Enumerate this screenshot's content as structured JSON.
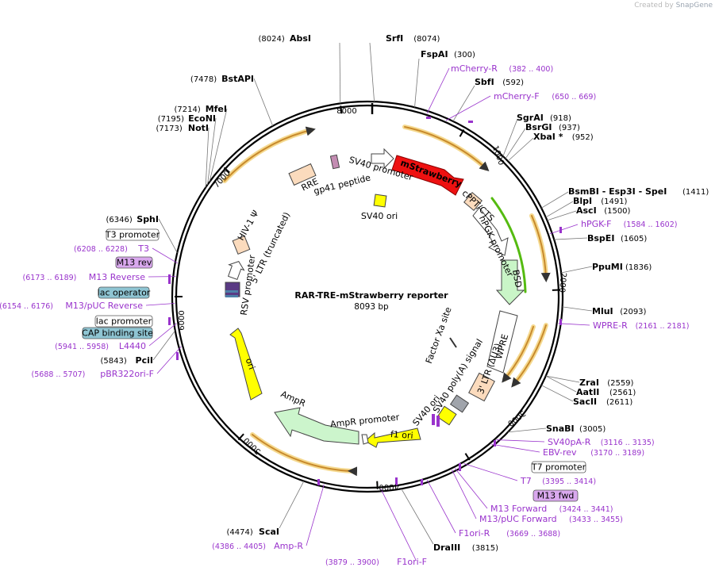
{
  "watermark": {
    "prefix": "Created by",
    "brand": "SnapGene"
  },
  "plasmid": {
    "name": "RAR-TRE-mStrawberry reporter",
    "size": "8093 bp"
  },
  "ticks": [
    "1000",
    "2000",
    "3000",
    "4000",
    "5000",
    "6000",
    "7000",
    "8000"
  ],
  "sites": [
    {
      "name": "AbsI",
      "pos": "(8024)"
    },
    {
      "name": "SrfI",
      "pos": "(8074)"
    },
    {
      "name": "FspAI",
      "pos": "(300)"
    },
    {
      "name": "SbfI",
      "pos": "(592)"
    },
    {
      "name": "SgrAI",
      "pos": "(918)"
    },
    {
      "name": "BsrGI",
      "pos": "(937)"
    },
    {
      "name": "XbaI *",
      "pos": "(952)"
    },
    {
      "name": "BsmBI - Esp3I - SpeI",
      "pos": "(1411)"
    },
    {
      "name": "BlpI",
      "pos": "(1491)"
    },
    {
      "name": "AscI",
      "pos": "(1500)"
    },
    {
      "name": "BspEI",
      "pos": "(1605)"
    },
    {
      "name": "PpuMI",
      "pos": "(1836)"
    },
    {
      "name": "MluI",
      "pos": "(2093)"
    },
    {
      "name": "ZraI",
      "pos": "(2559)"
    },
    {
      "name": "AatII",
      "pos": "(2561)"
    },
    {
      "name": "SacII",
      "pos": "(2611)"
    },
    {
      "name": "SnaBI",
      "pos": "(3005)"
    },
    {
      "name": "DraIII",
      "pos": "(3815)"
    },
    {
      "name": "ScaI",
      "pos": "(4474)"
    },
    {
      "name": "PciI",
      "pos": "(5843)"
    },
    {
      "name": "SphI",
      "pos": "(6346)"
    },
    {
      "name": "NotI",
      "pos": "(7173)"
    },
    {
      "name": "EcoNI",
      "pos": "(7195)"
    },
    {
      "name": "MfeI",
      "pos": "(7214)"
    },
    {
      "name": "BstAPI",
      "pos": "(7478)"
    }
  ],
  "primers": [
    {
      "name": "mCherry-R",
      "pos": "(382 .. 400)"
    },
    {
      "name": "mCherry-F",
      "pos": "(650 .. 669)"
    },
    {
      "name": "hPGK-F",
      "pos": "(1584 .. 1602)"
    },
    {
      "name": "WPRE-R",
      "pos": "(2161 .. 2181)"
    },
    {
      "name": "SV40pA-R",
      "pos": "(3116 .. 3135)"
    },
    {
      "name": "EBV-rev",
      "pos": "(3170 .. 3189)"
    },
    {
      "name": "T7",
      "pos": "(3395 .. 3414)"
    },
    {
      "name": "M13 Forward",
      "pos": "(3424 .. 3441)"
    },
    {
      "name": "M13/pUC Forward",
      "pos": "(3433 .. 3455)"
    },
    {
      "name": "F1ori-R",
      "pos": "(3669 .. 3688)"
    },
    {
      "name": "F1ori-F",
      "pos": "(3879 .. 3900)"
    },
    {
      "name": "Amp-R",
      "pos": "(4386 .. 4405)"
    },
    {
      "name": "pBR322ori-F",
      "pos": "(5688 .. 5707)"
    },
    {
      "name": "L4440",
      "pos": "(5941 .. 5958)"
    },
    {
      "name": "M13/pUC Reverse",
      "pos": "(6154 .. 6176)"
    },
    {
      "name": "M13 Reverse",
      "pos": "(6173 .. 6189)"
    },
    {
      "name": "T3",
      "pos": "(6208 .. 6228)"
    }
  ],
  "boxed_labels": [
    {
      "text": "T7 promoter",
      "fill": "#ffffff"
    },
    {
      "text": "M13 fwd",
      "fill": "#d9a8ee"
    },
    {
      "text": "T3 promoter",
      "fill": "#ffffff"
    },
    {
      "text": "M13 rev",
      "fill": "#d9a8ee"
    },
    {
      "text": "lac operator",
      "fill": "#8fc5d3"
    },
    {
      "text": "lac promoter",
      "fill": "#ffffff"
    },
    {
      "text": "CAP binding site",
      "fill": "#8fc5d3"
    }
  ],
  "features": [
    {
      "text": "mStrawberry"
    },
    {
      "text": "SV40 promoter"
    },
    {
      "text": "SV40 ori"
    },
    {
      "text": "gp41 peptide"
    },
    {
      "text": "RRE"
    },
    {
      "text": "HIV-1 Ψ"
    },
    {
      "text": "5' LTR (truncated)"
    },
    {
      "text": "RSV promoter"
    },
    {
      "text": "cPPT/CTS"
    },
    {
      "text": "hPGK promoter"
    },
    {
      "text": "BSD"
    },
    {
      "text": "WPRE"
    },
    {
      "text": "Factor Xa site"
    },
    {
      "text": "3' LTR (ΔU3)"
    },
    {
      "text": "SV40 poly(A) signal"
    },
    {
      "text": "SV40 ori"
    },
    {
      "text": "f1 ori"
    },
    {
      "text": "AmpR promoter"
    },
    {
      "text": "AmpR"
    },
    {
      "text": "ori"
    }
  ],
  "colors": {
    "backbone": "#000000",
    "site_line": "#777777",
    "primer": "#9933cc",
    "mstrawberry": "#ee1111",
    "bsd": "#c9f5c7",
    "bsd_strand": "#55bb11",
    "yellow_feature": "#ffff00",
    "ltr_box": "#fbdbbd",
    "ampr": "#ccf5cc",
    "strand_arrow": "#c88a2c",
    "strand_glow": "#f5d98f",
    "gp41": "#c38cb2",
    "sv40_polyA": "#a0a4ab"
  }
}
